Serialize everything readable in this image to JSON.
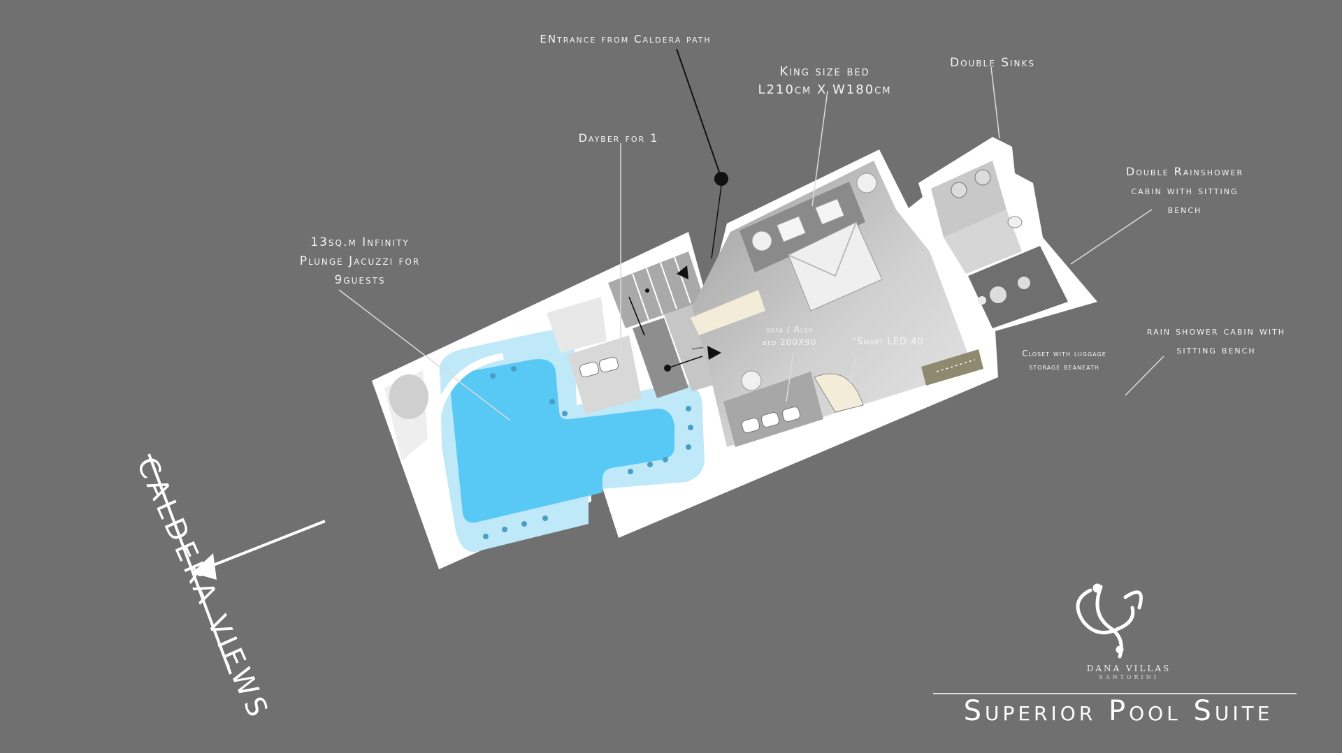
{
  "title": "Superior Pool Suite",
  "brand": {
    "name": "DANA VILLAS",
    "sub": "SANTORINI"
  },
  "caldera_label": "CALDERA VIEWS",
  "labels": {
    "entrance": "ENtrance from Caldera path",
    "king_bed": [
      "King size bed",
      "L210cm X W180cm"
    ],
    "double_sinks": "Double Sinks",
    "daybed": "Dayber for 1",
    "rainshower": [
      "Double Rainshower",
      "cabin with sitting",
      "bench"
    ],
    "jacuzzi": [
      "13sq.m Infinity",
      "Plunge Jacuzzi for",
      "9guests"
    ],
    "rain_shower_bench": [
      "rain shower cabin with",
      "sitting bench"
    ],
    "closet": [
      "Closet with luggage",
      "storage beaneath"
    ],
    "sofa": [
      "sofa / Also",
      "bed 200X90"
    ],
    "smart_led": "“Smart LED 40"
  },
  "colors": {
    "background": "#707070",
    "wall": "#ffffff",
    "floor": "#c2c2c2",
    "pool": "#58c8f5",
    "pool_deck": "#bfe9f9",
    "closet": "#8f8a6f",
    "text": "#f4f4f4"
  }
}
